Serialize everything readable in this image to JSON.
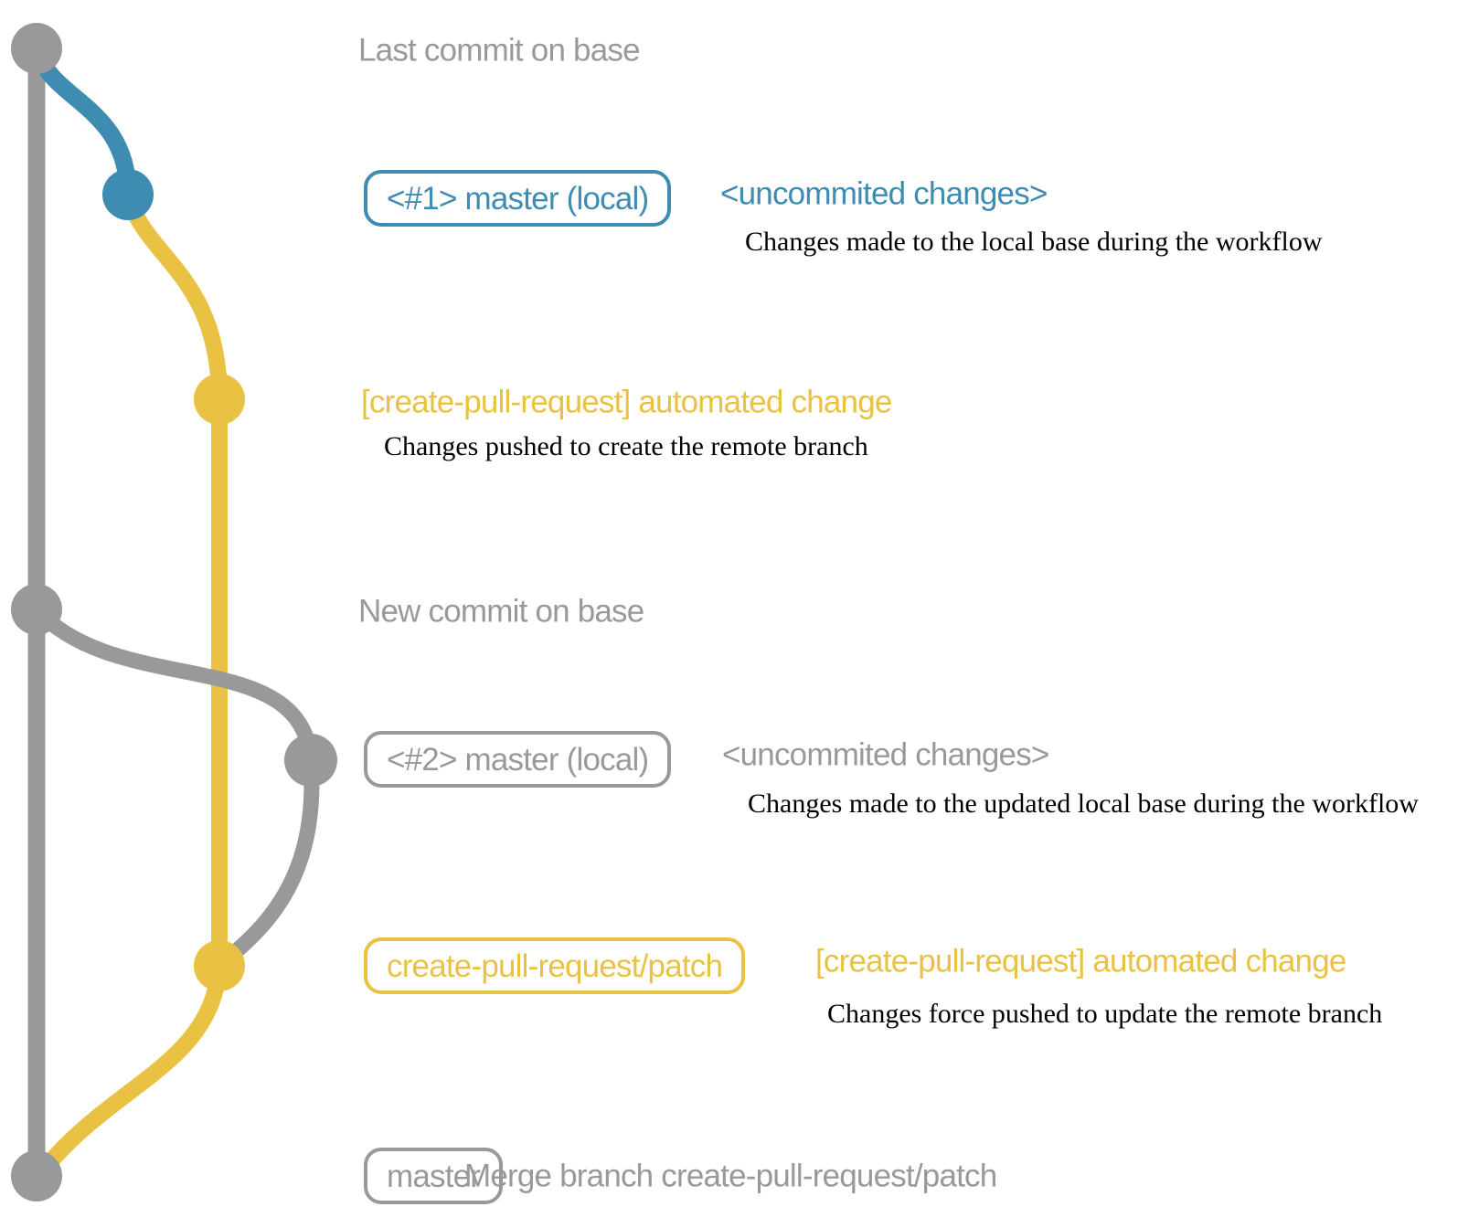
{
  "diagram": {
    "colors": {
      "gray": "#999999",
      "blue": "#3e8cb2",
      "yellow": "#eac243",
      "note": "#000000"
    },
    "rows": [
      {
        "label": "Last commit on base"
      },
      {
        "box_label": "<#1> master (local)",
        "tag": "<uncommited changes>",
        "note": "Changes made to the local base during the workflow"
      },
      {
        "tag": "[create-pull-request] automated change",
        "note": "Changes pushed to create the remote branch"
      },
      {
        "label": "New commit on base"
      },
      {
        "box_label": "<#2> master (local)",
        "tag": "<uncommited changes>",
        "note": "Changes made to the updated local base during the workflow"
      },
      {
        "box_label": "create-pull-request/patch",
        "tag": "[create-pull-request] automated change",
        "note": "Changes force pushed to update the remote branch"
      },
      {
        "box_label": "master",
        "label": "Merge branch create-pull-request/patch"
      }
    ]
  }
}
